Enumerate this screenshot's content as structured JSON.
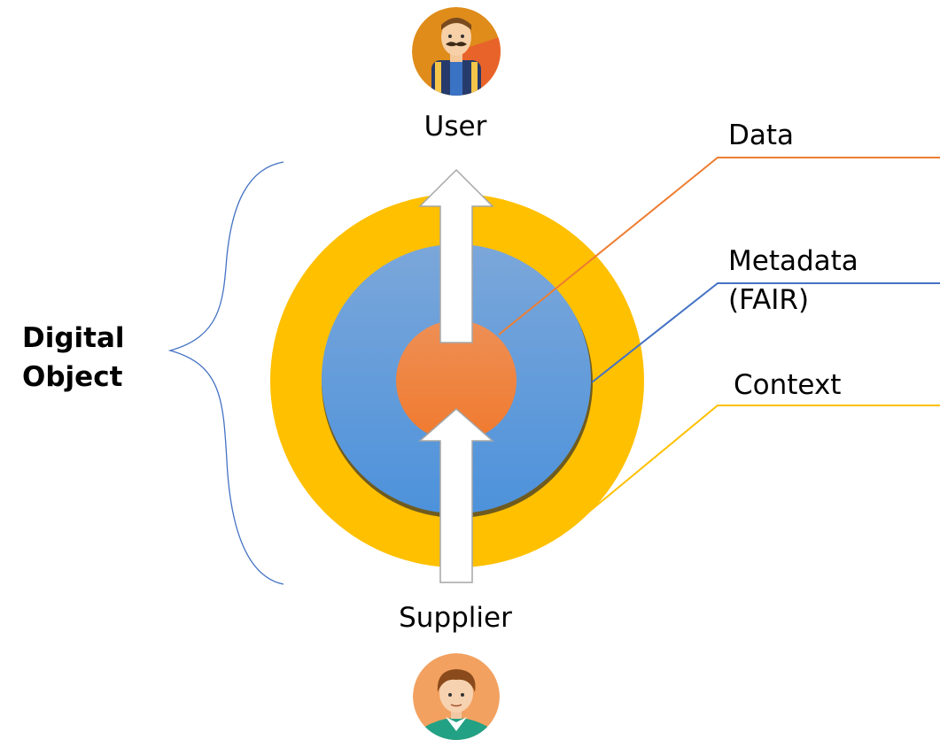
{
  "actors": {
    "user": {
      "label": "User",
      "icon": "man-with-mustache-avatar-icon"
    },
    "supplier": {
      "label": "Supplier",
      "icon": "young-man-avatar-icon"
    }
  },
  "digital_object": {
    "line1": "Digital",
    "line2": "Object"
  },
  "layers": {
    "data": {
      "label": "Data",
      "color": "#f0803a"
    },
    "metadata": {
      "line1": "Metadata",
      "line2": "(FAIR)",
      "color": "#5b9bd5"
    },
    "context": {
      "label": "Context",
      "color": "#ffc000"
    }
  },
  "colors": {
    "brace": "#4472c4",
    "data_leader": "#ed7d31",
    "metadata_leader": "#4472c4",
    "context_leader": "#ffc000"
  }
}
